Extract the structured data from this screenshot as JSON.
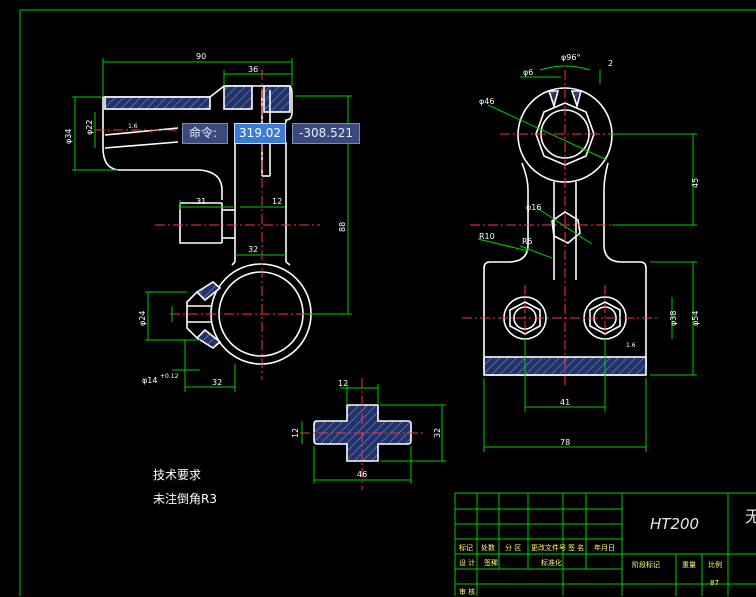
{
  "command": {
    "label": "命令:",
    "x_value": "319.02",
    "y_value": "-308.521"
  },
  "dimensions": {
    "d90": "90",
    "d36": "36",
    "d34": "φ34",
    "d22": "φ22",
    "ra_top": "1.6",
    "d31": "31",
    "d12a": "12",
    "d88": "88",
    "d32a": "32",
    "d24": "φ24",
    "d14": "φ14",
    "d14_tol": "+0.12",
    "d32b": "32",
    "d6": "φ6",
    "d2": "2",
    "ang": "φ96°",
    "d46": "φ46",
    "d45": "45",
    "d16": "φ16",
    "r10": "R10",
    "r5": "R5",
    "d54": "φ54",
    "d38": "φ38",
    "ra_right": "1.6",
    "d41": "41",
    "d78": "78",
    "d12b": "12",
    "d12c": "12",
    "d32c": "32",
    "d46b": "46"
  },
  "notes": {
    "heading": "技术要求",
    "line1": "未注倒角R3"
  },
  "title_block": {
    "material": "HT200",
    "title_char": "无",
    "row_labels": [
      "标记",
      "处数",
      "分 区",
      "更改文件号",
      "签 名",
      "年月日"
    ],
    "row2": [
      "设 计",
      "签稀",
      "",
      "标准化"
    ],
    "row3": [
      "审 核"
    ],
    "stage_label": "阶段标记",
    "weight_label": "重量",
    "scale_label": "比例",
    "scale_value": "87"
  },
  "colors": {
    "frame": "#00cc00",
    "part": "#ffffff",
    "center": "#ff3333",
    "dim": "#00cc00",
    "hatch": "#4455bb"
  }
}
